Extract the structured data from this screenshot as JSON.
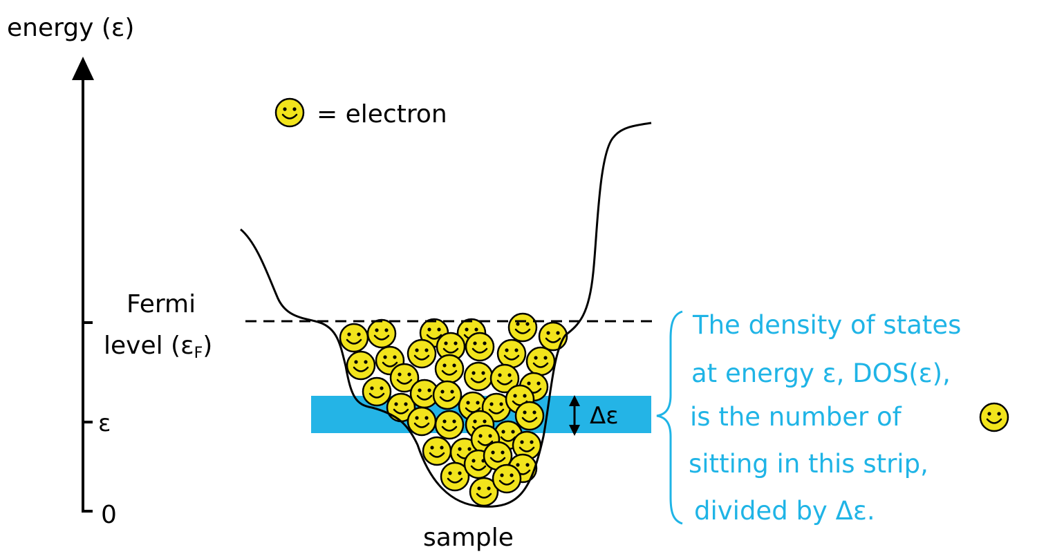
{
  "axis": {
    "title": "energy (ε)",
    "fermi_line1": "Fermi",
    "fermi_line2": "level (ε",
    "fermi_sub": "F",
    "fermi_close": ")",
    "epsilon_tick": "ε",
    "zero_tick": "0"
  },
  "legend": {
    "label": "= electron"
  },
  "strip": {
    "delta_label": "Δε"
  },
  "sample_label": "sample",
  "explanation": {
    "line1": "The density of states",
    "line2": "at energy ε, DOS(ε),",
    "line3": "is the number of",
    "line4": "sitting in this strip,",
    "line5": "divided by Δε."
  },
  "colors": {
    "electron_fill": "#f2e41c",
    "strip": "#24b4e6",
    "explanation_text": "#1fb4e6",
    "ink": "#000000"
  }
}
